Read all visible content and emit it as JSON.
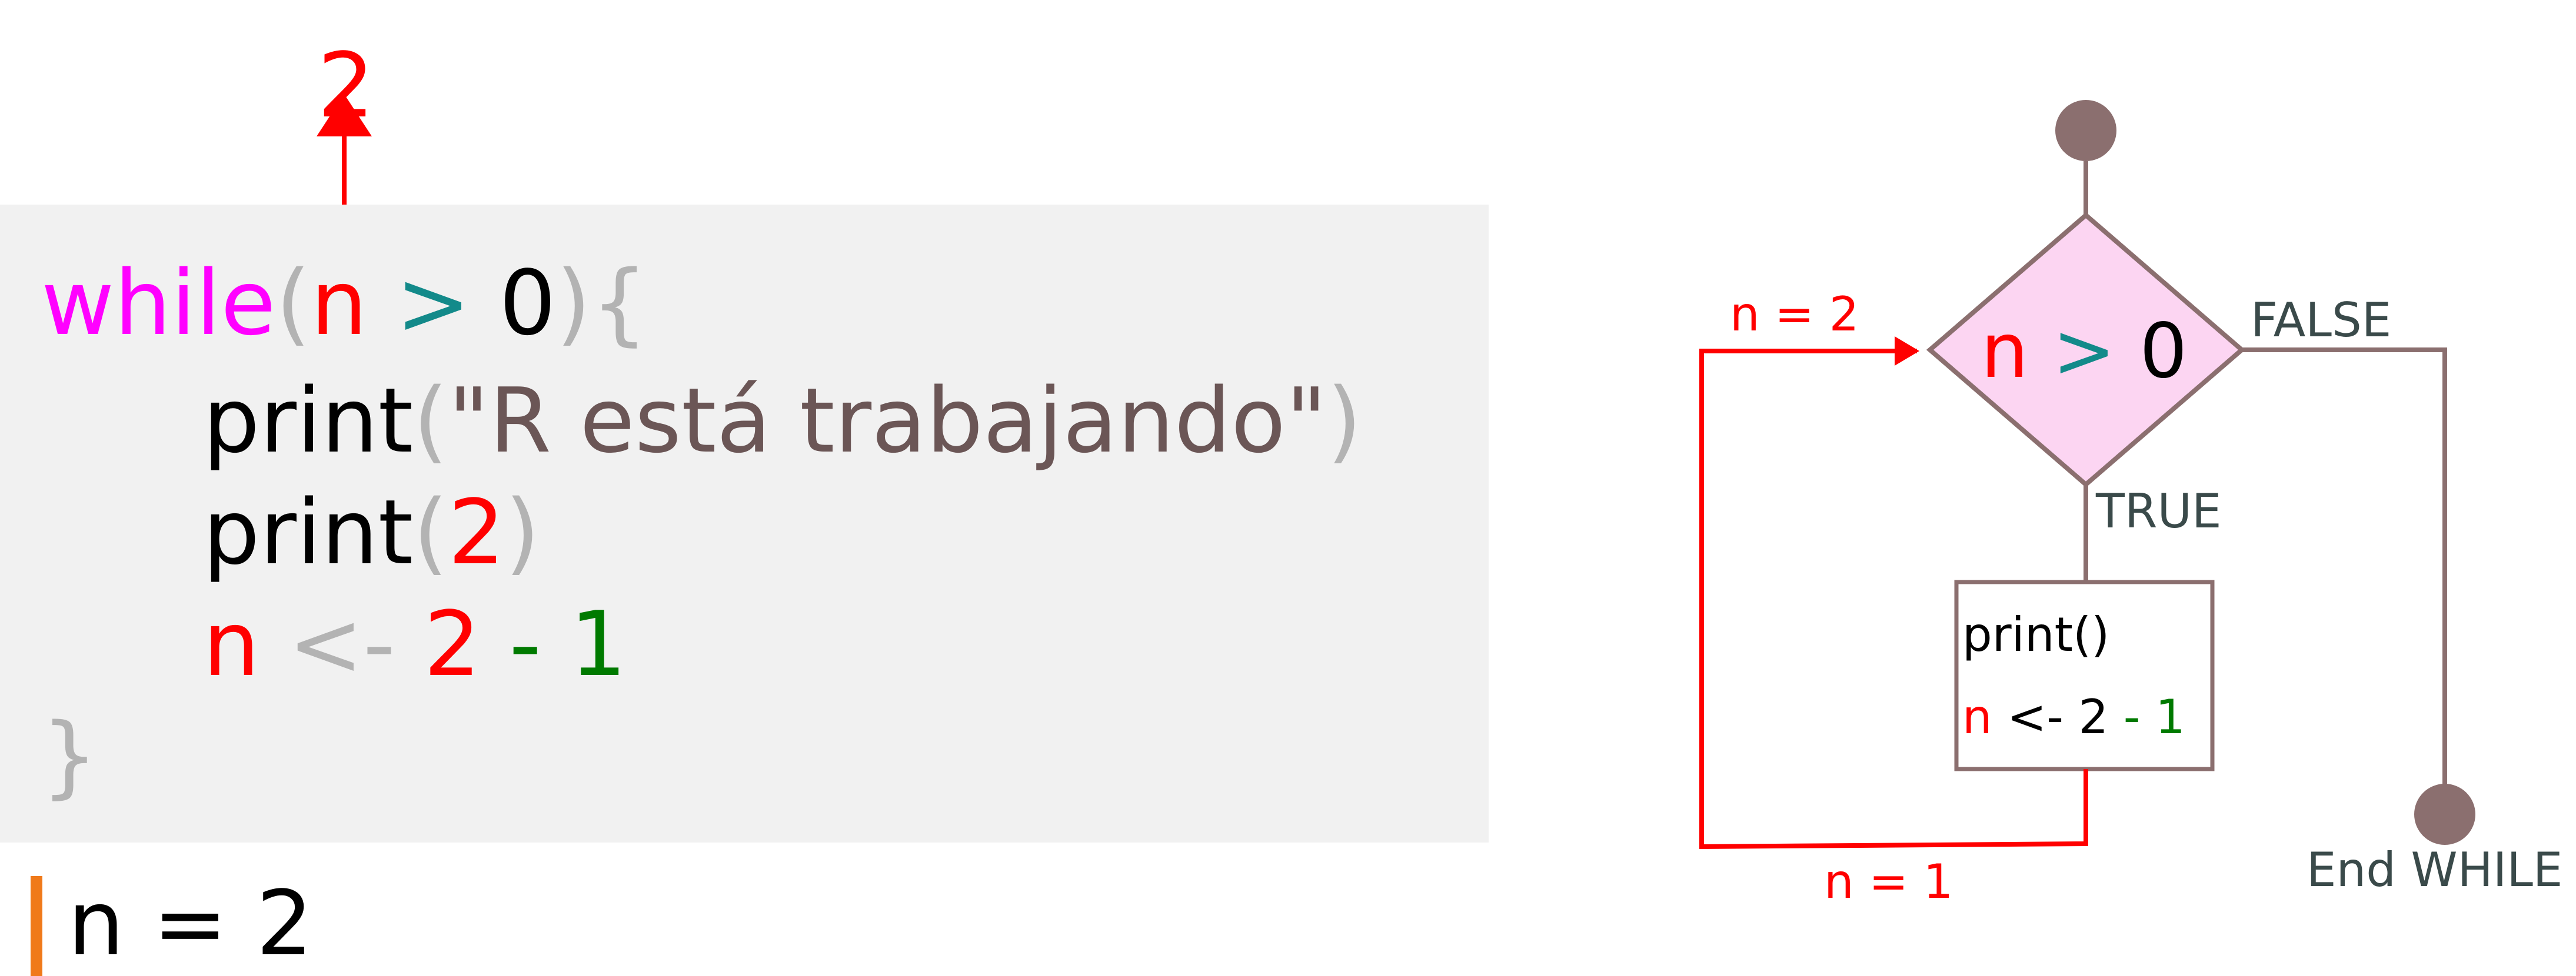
{
  "code": {
    "top_value": "2",
    "line1": {
      "keyword": "while",
      "open_paren": "(",
      "var": "n",
      "op": ">",
      "num": "0",
      "close": "){"
    },
    "line2": {
      "fn": "print",
      "open": "(",
      "string": "\"R está trabajando\"",
      "close": ")"
    },
    "line3": {
      "fn": "print",
      "open": "(",
      "num": "2",
      "close": ")"
    },
    "line4": {
      "var": "n",
      "assign": "<-",
      "num": "2",
      "minus": "-",
      "one": "1"
    },
    "line5": {
      "brace": "}"
    }
  },
  "console": {
    "text": "n = 2"
  },
  "flowchart": {
    "condition": {
      "var": "n",
      "op": ">",
      "num": "0"
    },
    "true_label": "TRUE",
    "false_label": "FALSE",
    "end_label": "End WHILE",
    "loop_in_label": "n = 2",
    "loop_out_label": "n = 1",
    "body": {
      "line1": "print()",
      "line2": {
        "var": "n",
        "assign": " <- 2 ",
        "minus": "-",
        "one": " 1"
      }
    }
  },
  "colors": {
    "keyword": "#ff00ff",
    "variable": "#ff0000",
    "operator": "#138a8a",
    "string": "#6b5656",
    "paren": "#b3b3b3",
    "green": "#007a00",
    "flow_line": "#8b6f6f",
    "diamond_fill": "#fcd5f2",
    "console_bar": "#f07a1a"
  }
}
